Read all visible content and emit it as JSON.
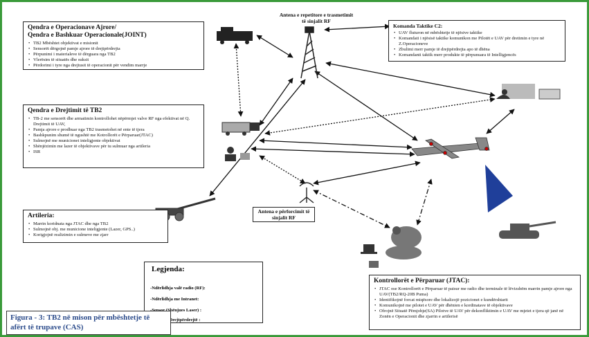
{
  "box_air_ops": {
    "title_1": "Qendra e Operacionave Ajrore/",
    "title_2": "Qendra e Bashkuar Operacionale(JOINT)",
    "items": [
      "TB2 Mbështet objektivat e misionit",
      "Sensorët dërgojnë pamje ajrore të drejtpërdrejta",
      "Përpunimi i materialeve të dërguara nga TB2",
      "Vlerësim të situatës dhe suksit",
      "Përdorimi i tyre nga drejtusit të operacionit për vendim marrje"
    ]
  },
  "repeater_antenna_label": "Antena e repetitore e trasmetimit të sinjalit RF",
  "box_c2": {
    "title": "Komanda Taktike C2:",
    "items": [
      "UAV fluturon në mbështetje të njësive taktike",
      "Komandati i njësisë taktike komunikon me Pilotët e UAV për dretimin e tyre në Z.Operacioneve",
      "Zbulimi merr pamje të drejtpërdrejta apo të dhëna",
      "Komandanti taktik merr produkte të përpunuara të Intelligjencës"
    ]
  },
  "box_tb2_center": {
    "title": "Qendra e Drejtimit të TB2",
    "items": [
      "TB-2 me sensorët dhe armatimin kontrollohet nëpërmjet valve RF nga efektivat në Q. Drejtimit të UAV,",
      "Pamja ajrore e prodhuar nga TB2 trasmetohet në ente të tjera",
      "Bashkpunim shumë të ngushtë me Kotrollorët e Përparuar(JTAC)",
      "Sulmojnë me municionet inteligjente objektivat",
      "Shënjëzimin me lazer të objektivave për tu sulmuar nga artileria",
      "ISR"
    ]
  },
  "box_artillery": {
    "title": "Artileria:",
    "items": [
      "Marrin koridnata nga JTAC dhe nga TB2",
      "Sulmojnë obj. me municione inteligjente (Lazer, GPS..)",
      "Korigjojnë realizimin e sulmeve me zjarr"
    ]
  },
  "booster_antenna_label": "Antena e përforcimit të sinjalit RF",
  "box_jtac": {
    "title": "Kontrollorët e Përparuar (JTAC):",
    "items": [
      "JTAC ose Kontrollorët e Përparuar të paisur me radio dhe terminale të lëvizshëm marrin pamje ajrore nga UAV(TB2/RQ-20B Puma)",
      "Identifikojnë forcat miqësore dhe lokalizojë pozicionet e kundërshtarit",
      "Komunikojnë me pilotet e UAV për dhënien e kordinatave të objektivave",
      "Ofrojnë Situatë Pëmjohje(SA) Pilotve të UAV për dekonfliktimin e UAV me mjetet e tjera që janë në Zonën e Operacionit dhe zjarrin e artilerisë"
    ]
  },
  "legend": {
    "title": "Legjenda:",
    "rows": [
      "-Ndërlidhja valë radio (RF):",
      "-Ndërlidhja me Intranet:",
      "-Sensor (Shënjues Laser) :",
      "-Shikim i Drejtpërdrejtë :"
    ]
  },
  "figure_caption": "Figura - 3: TB2 në mison për mbështetje të afërt të trupave (CAS)",
  "colors": {
    "frame": "#3a9a3a",
    "caption_text": "#2a4a8a",
    "laser_beam": "#1f3f9a",
    "link_lines": "#111111"
  },
  "icons": [
    "ground-station-icon",
    "antenna-tower-icon",
    "command-post-icon",
    "tb2-uav-icon",
    "artillery-gun-icon",
    "tank-icon",
    "soldiers-icon",
    "laptop-icon"
  ]
}
